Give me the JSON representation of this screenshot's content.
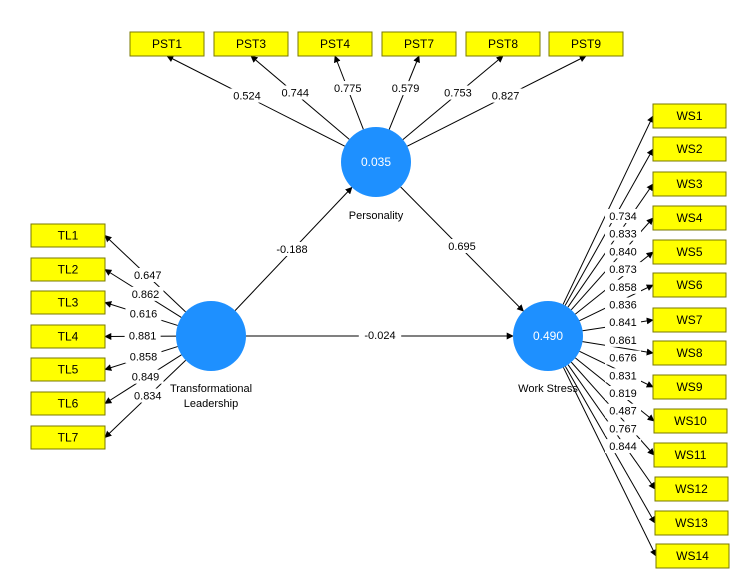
{
  "latent": {
    "personality": {
      "name": "Personality",
      "value": "0.035"
    },
    "tl": {
      "name_line1": "Transformational",
      "name_line2": "Leadership",
      "value": ""
    },
    "ws": {
      "name": "Work Stress",
      "value": "0.490"
    }
  },
  "paths": {
    "tl_to_personality": "-0.188",
    "personality_to_ws": "0.695",
    "tl_to_ws": "-0.024"
  },
  "pst": [
    {
      "label": "PST1",
      "loading": "0.524"
    },
    {
      "label": "PST3",
      "loading": "0.744"
    },
    {
      "label": "PST4",
      "loading": "0.775"
    },
    {
      "label": "PST7",
      "loading": "0.579"
    },
    {
      "label": "PST8",
      "loading": "0.753"
    },
    {
      "label": "PST9",
      "loading": "0.827"
    }
  ],
  "tl": [
    {
      "label": "TL1",
      "loading": "0.647"
    },
    {
      "label": "TL2",
      "loading": "0.862"
    },
    {
      "label": "TL3",
      "loading": "0.616"
    },
    {
      "label": "TL4",
      "loading": "0.881"
    },
    {
      "label": "TL5",
      "loading": "0.858"
    },
    {
      "label": "TL6",
      "loading": "0.849"
    },
    {
      "label": "TL7",
      "loading": "0.834"
    }
  ],
  "ws": [
    {
      "label": "WS1",
      "loading": "0.734"
    },
    {
      "label": "WS2",
      "loading": "0.833"
    },
    {
      "label": "WS3",
      "loading": "0.840"
    },
    {
      "label": "WS4",
      "loading": "0.873"
    },
    {
      "label": "WS5",
      "loading": "0.858"
    },
    {
      "label": "WS6",
      "loading": "0.836"
    },
    {
      "label": "WS7",
      "loading": "0.841"
    },
    {
      "label": "WS8",
      "loading": "0.861"
    },
    {
      "label": "WS9",
      "loading": "0.676"
    },
    {
      "label": "WS10",
      "loading": "0.831"
    },
    {
      "label": "WS11",
      "loading": "0.819"
    },
    {
      "label": "WS12",
      "loading": "0.487"
    },
    {
      "label": "WS13",
      "loading": "0.767"
    },
    {
      "label": "WS14",
      "loading": "0.844"
    }
  ]
}
